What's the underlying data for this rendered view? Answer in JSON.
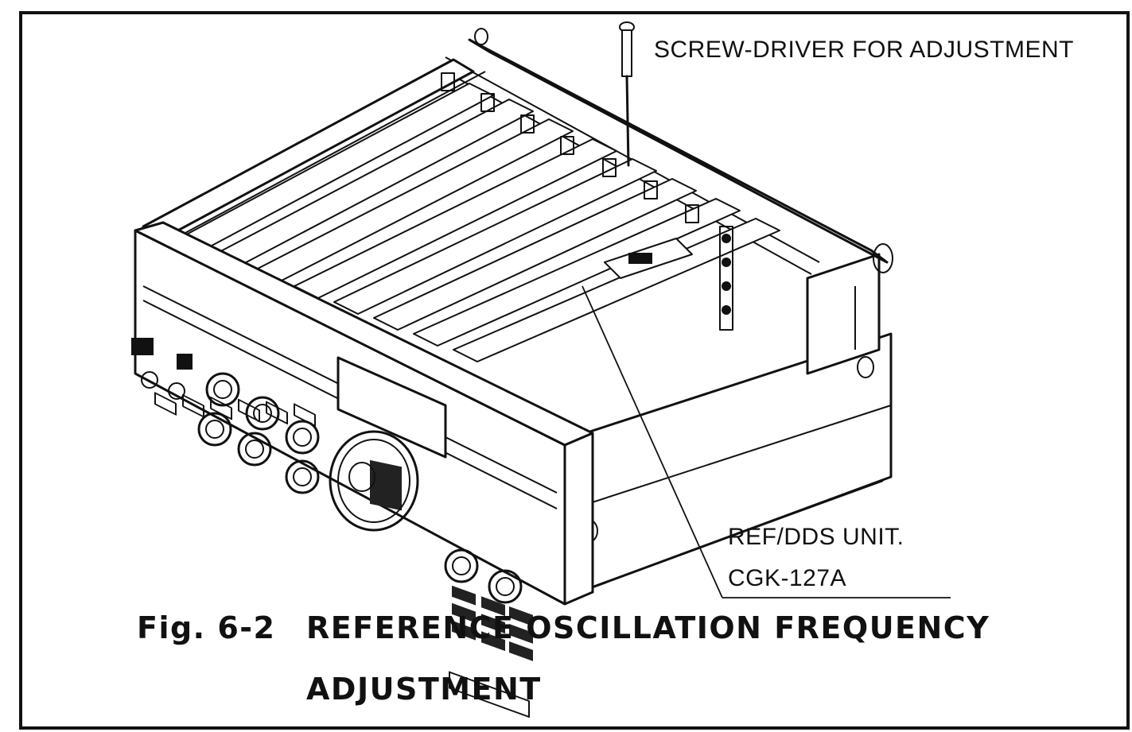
{
  "callouts": {
    "screwdriver": "SCREW-DRIVER FOR ADJUSTMENT",
    "unit_name": "REF/DDS UNIT.",
    "unit_code": "CGK-127A"
  },
  "caption": {
    "figure_number": "Fig. 6-2",
    "title_line1": "REFERENCE OSCILLATION FREQUENCY",
    "title_line2": "ADJUSTMENT"
  }
}
